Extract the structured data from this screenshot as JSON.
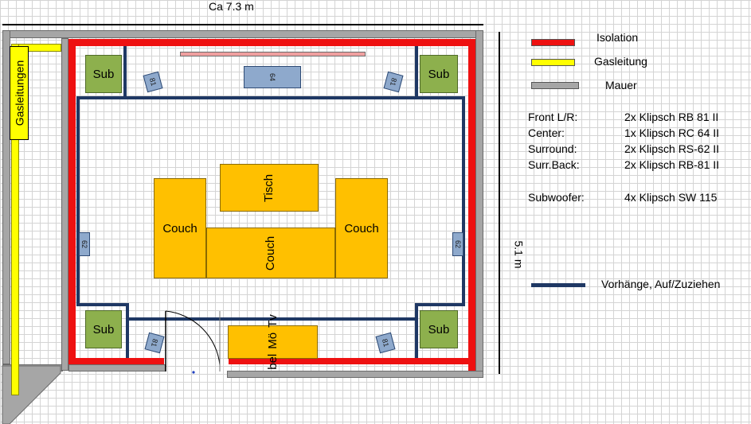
{
  "dimensions": {
    "width_label": "Ca 7.3 m",
    "height_label": "5.1 m"
  },
  "gas_pipe_label": "Gasleitungen",
  "subs": [
    "Sub",
    "Sub",
    "Sub",
    "Sub"
  ],
  "speakers": {
    "center": "64",
    "front_left": "81",
    "front_right": "81",
    "surround_left": "62",
    "surround_right": "62",
    "back_left": "81",
    "back_right": "81"
  },
  "furniture": {
    "couch_left": "Couch",
    "couch_right": "Couch",
    "couch_center": "Couch",
    "table": "Tisch",
    "tv_lines": [
      "Tv",
      "Mö",
      "bel"
    ]
  },
  "legend": {
    "isolation": "Isolation",
    "gas": "Gasleitung",
    "wall": "Mauer",
    "curtains": "Vorhänge, Auf/Zuziehen"
  },
  "colors": {
    "isolation": "#ee1111",
    "gas": "#ffff00",
    "wall": "#a6a6a6",
    "curtain": "#1f3864",
    "sub": "#8db04d",
    "furniture": "#ffc000",
    "speaker": "#8ea9cc"
  },
  "specs": [
    {
      "label": "Front L/R:",
      "value": "2x Klipsch RB 81 II"
    },
    {
      "label": "Center:",
      "value": "1x Klipsch RC 64 II"
    },
    {
      "label": "Surround:",
      "value": "2x Klipsch RS-62 II"
    },
    {
      "label": "Surr.Back:",
      "value": "2x Klipsch RB-81 II"
    },
    {
      "label": "Subwoofer:",
      "value": "4x Klipsch SW 115"
    }
  ]
}
